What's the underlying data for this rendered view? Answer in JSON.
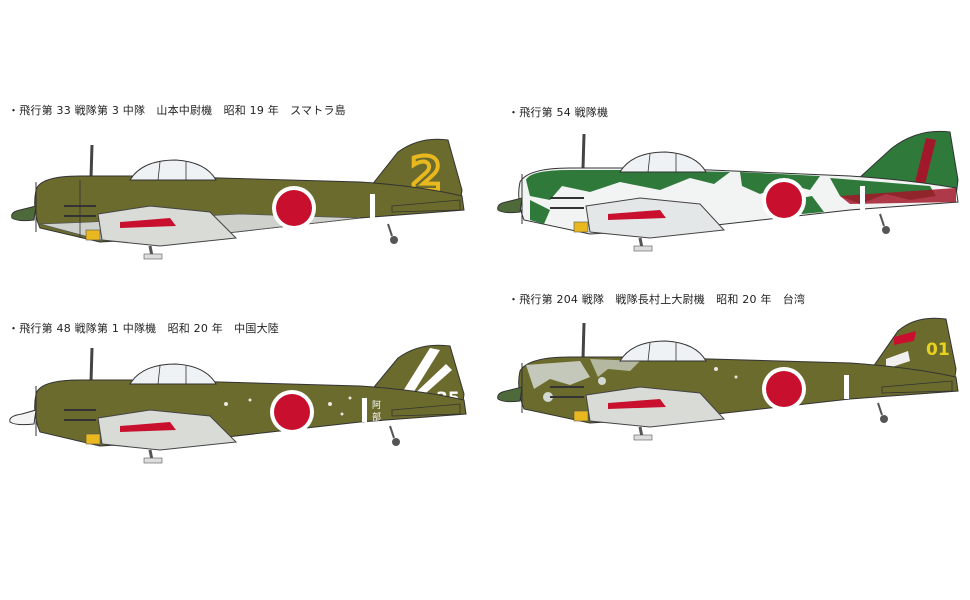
{
  "captions": {
    "p1": "・飛行第 33 戦隊第 3 中隊　山本中尉機　昭和 19 年　スマトラ島",
    "p2": "・飛行第 54 戦隊機",
    "p3": "・飛行第 48 戦隊第 1 中隊機　昭和 20 年　中国大陸",
    "p4": "・飛行第 204 戦隊　戦隊長村上大尉機　昭和 20 年　台湾"
  },
  "markings": {
    "p1_tail": "2",
    "p3_tail_number": "35",
    "p3_fuselage_kanji_1": "阿",
    "p3_fuselage_kanji_2": "部",
    "p4_tail_number": "01"
  },
  "colors": {
    "olive": "#6b6b2e",
    "olive_dark": "#4e4e20",
    "underside": "#d9dcd6",
    "hinomaru": "#c8102e",
    "green_camo": "#2f7a3a",
    "yellow": "#e8b81e",
    "white": "#ffffff"
  }
}
